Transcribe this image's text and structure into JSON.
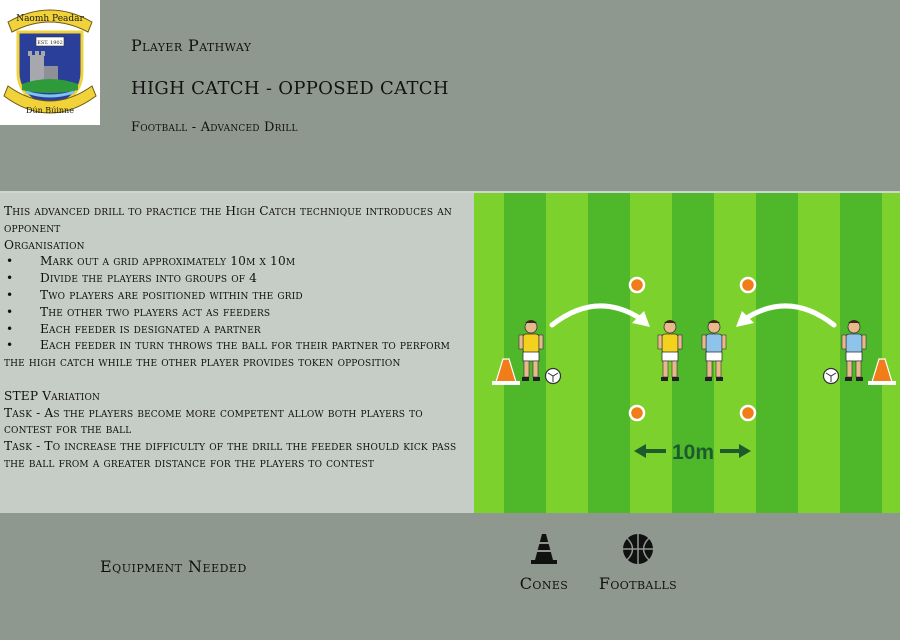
{
  "crest": {
    "top_text": "Naomh Peadar",
    "est_text": "EST. 1902",
    "bottom_text": "Dún Búinne"
  },
  "header": {
    "subtitle": "Player Pathway",
    "title": "HIGH CATCH - OPPOSED CATCH",
    "category": "Football - Advanced Drill"
  },
  "description": {
    "intro": "This advanced drill to practice the High Catch technique introduces an opponent",
    "organisation_heading": "Organisation",
    "bullet_symbol": "•",
    "bullets": [
      "Mark out a grid approximately 10m x 10m",
      "Divide the players into groups of 4",
      "Two players are positioned within the grid",
      "The other two players act as feeders",
      "Each feeder is designated a partner",
      "Each feeder in turn throws the ball for their partner to perform the high catch while the other player provides token opposition"
    ],
    "step_heading": "STEP Variation",
    "tasks": [
      "Task - As the players become more competent allow both players to contest for the ball",
      "Task - To increase the difficulty of the drill the feeder should kick pass the ball from a greater distance for the players to contest"
    ]
  },
  "diagram": {
    "distance_label": "10m",
    "colors": {
      "stripe_light": "#7dd12c",
      "stripe_dark": "#4fb82a",
      "team_yellow": "#f2d21c",
      "team_blue": "#8ec4ea",
      "cone": "#f07c1a",
      "marker": "#f07c1a",
      "arrow": "#1e5a2c"
    }
  },
  "equipment": {
    "label": "Equipment Needed",
    "items": [
      {
        "name": "Cones",
        "icon": "cone-icon"
      },
      {
        "name": "Footballs",
        "icon": "football-icon"
      }
    ]
  }
}
